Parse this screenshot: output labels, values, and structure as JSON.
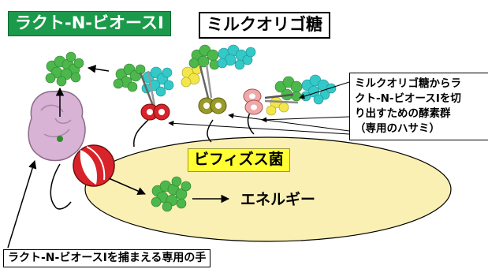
{
  "labels": {
    "lnb": "ラクト-N-ビオースI",
    "milk_oligo": "ミルクオリゴ糖",
    "enzyme_line1": "ミルクオリゴ糖からラ",
    "enzyme_line2": "クト-N-ビオースIを切",
    "enzyme_line3": "り出すための酵素群",
    "enzyme_line4": "（専用のハサミ）",
    "bifido": "ビフィズス菌",
    "energy": "エネルギー",
    "hand": "ラクト-N-ビオースIを捕まえる専用の手"
  },
  "colors": {
    "cell": "#fbf0b4",
    "cell_outline": "#000000",
    "lnb_green": "#4cb84c",
    "sugar_cyan": "#33c9c9",
    "sugar_yellow": "#f3e64a",
    "scissors_red": "#d9232a",
    "scissors_olive": "#9a9a2a",
    "scissors_pink": "#f0a8a8",
    "transporter_pink": "#d9b3d6",
    "label_green": "#1a9a4a",
    "label_yellow": "#ffff33"
  }
}
